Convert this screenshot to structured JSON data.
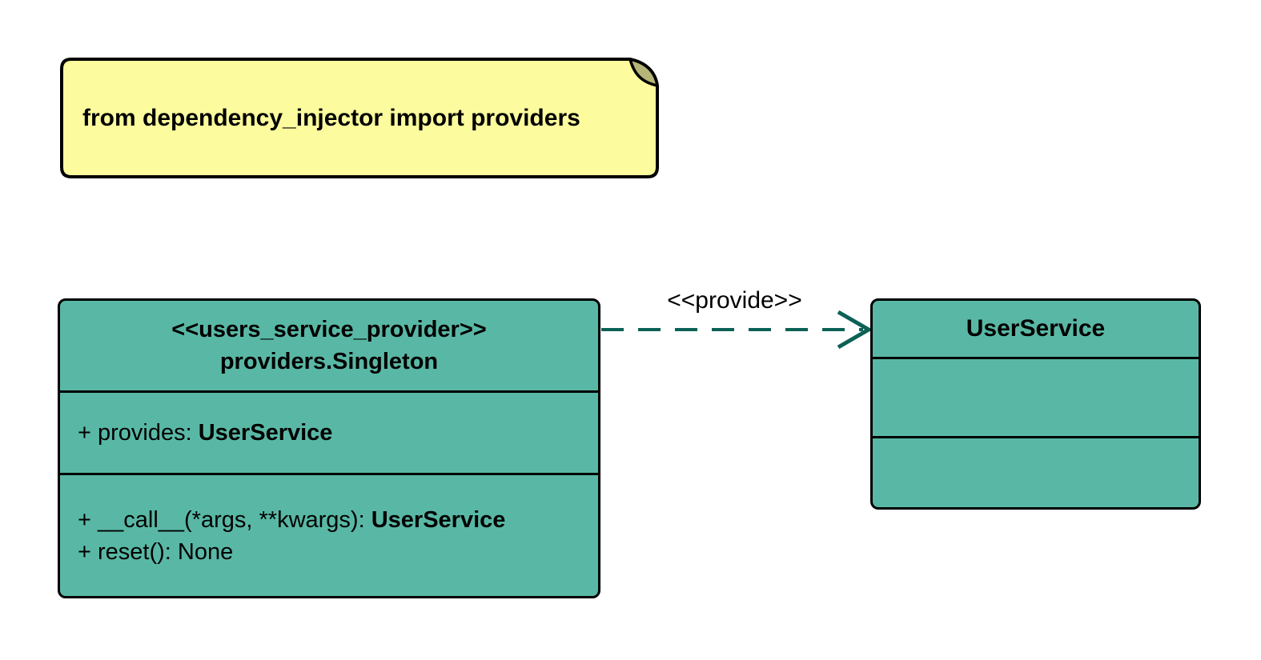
{
  "note": {
    "text": "from dependency_injector import providers"
  },
  "provider_class": {
    "stereotype": "<<users_service_provider>>",
    "name": "providers.Singleton",
    "attributes": [
      {
        "prefix": "+ provides: ",
        "type": "UserService"
      }
    ],
    "methods": [
      {
        "prefix": "+ __call__(*args, **kwargs): ",
        "type": "UserService"
      },
      {
        "prefix": "+ reset(): None",
        "type": ""
      }
    ]
  },
  "relation": {
    "label": "<<provide>>"
  },
  "service_class": {
    "name": "UserService"
  },
  "colors": {
    "class_fill": "#59B8A5",
    "class_border": "#000000",
    "note_fill": "#FCFC9E",
    "note_fold": "#B5B578",
    "arrow_stroke": "#0B6156",
    "text": "#000000"
  }
}
